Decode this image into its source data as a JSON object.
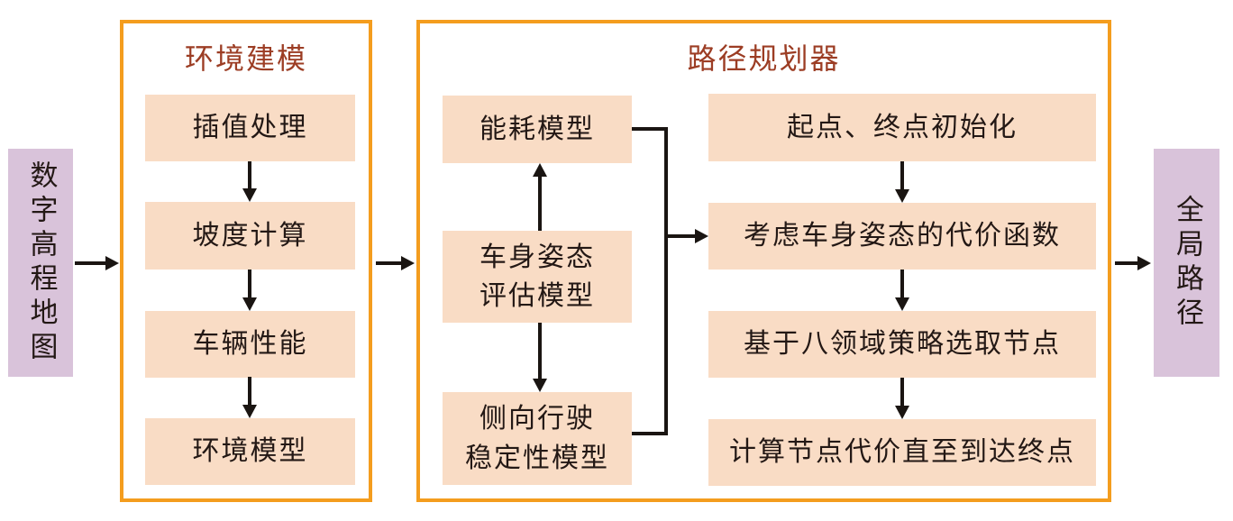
{
  "colors": {
    "accent": "#f49d1e",
    "step_fill": "#f9dcc5",
    "io_fill": "#d9c3da",
    "title_color": "#9c3d24",
    "text_color": "#231815",
    "arrow_color": "#1a1512"
  },
  "input": {
    "label": "数字高程地图"
  },
  "output": {
    "label": "全局路径"
  },
  "env_modeling": {
    "title": "环境建模",
    "steps": [
      "插值处理",
      "坡度计算",
      "车辆性能",
      "环境模型"
    ]
  },
  "path_planner": {
    "title": "路径规划器",
    "models": [
      {
        "lines": [
          "能耗模型",
          ""
        ]
      },
      {
        "lines": [
          "车身姿态",
          "评估模型"
        ]
      },
      {
        "lines": [
          "侧向行驶",
          "稳定性模型"
        ]
      }
    ],
    "steps": [
      "起点、终点初始化",
      "考虑车身姿态的代价函数",
      "基于八领域策略选取节点",
      "计算节点代价直至到达终点"
    ]
  }
}
